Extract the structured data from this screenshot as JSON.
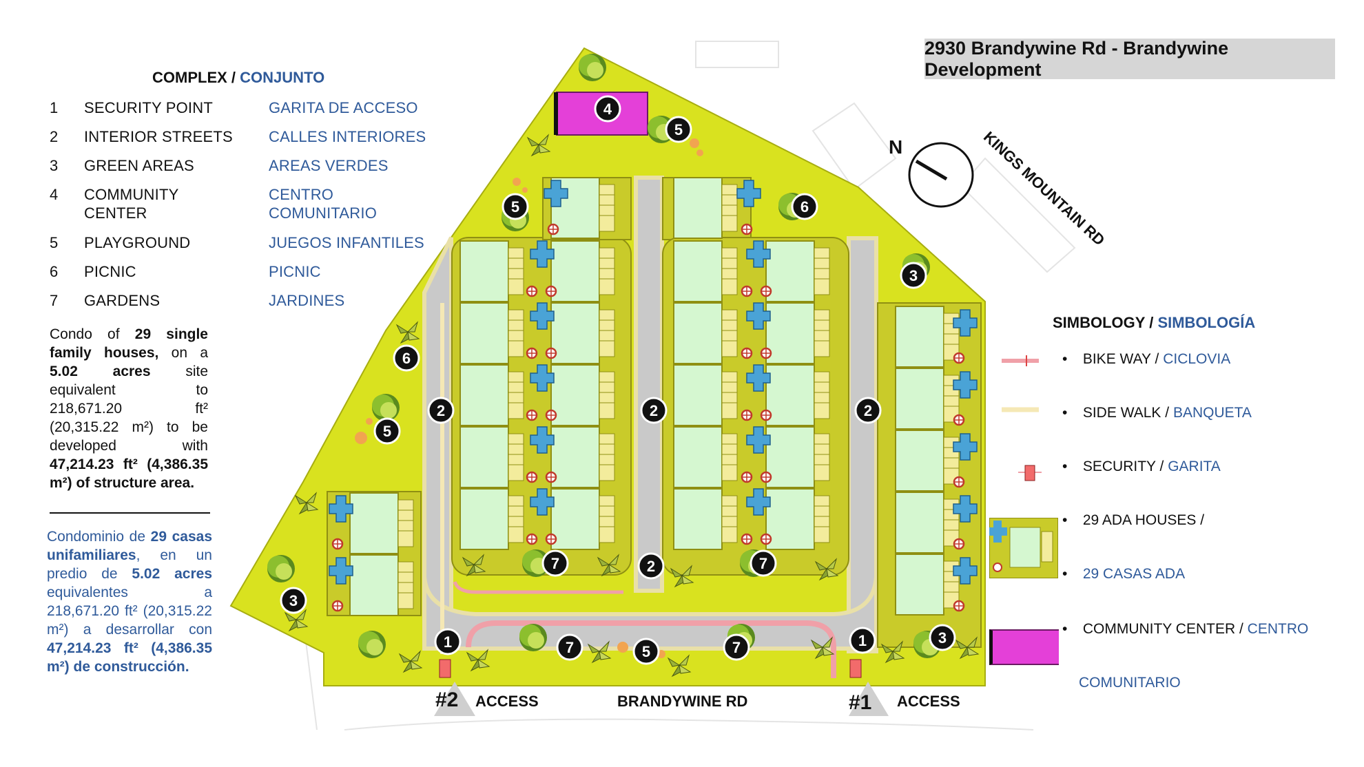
{
  "title": "2930 Brandywine Rd - Brandywine Development",
  "complex": {
    "title_en": "COMPLEX",
    "title_sep": "/",
    "title_es": "CONJUNTO",
    "items": [
      {
        "num": "1",
        "en": "SECURITY POINT",
        "es": "GARITA DE ACCESO"
      },
      {
        "num": "2",
        "en": "INTERIOR STREETS",
        "es": "CALLES INTERIORES"
      },
      {
        "num": "3",
        "en": "GREEN AREAS",
        "es": "AREAS VERDES"
      },
      {
        "num": "4",
        "en_line1": "COMMUNITY",
        "en_line2": "CENTER",
        "es_line1": "CENTRO",
        "es_line2": "COMUNITARIO"
      },
      {
        "num": "5",
        "en": "PLAYGROUND",
        "es": "JUEGOS INFANTILES"
      },
      {
        "num": "6",
        "en": "PICNIC",
        "es": "PICNIC"
      },
      {
        "num": "7",
        "en": "GARDENS",
        "es": "JARDINES"
      }
    ]
  },
  "description_en": {
    "t1": "Condo of ",
    "b1": "29 single family houses,",
    "t2": " on a ",
    "b2": "5.02 acres",
    "t3": " site equivalent to 218,671.20 ft² (20,315.22 m²) to be developed with ",
    "b3": "47,214.23 ft² (4,386.35 m²) of structure area."
  },
  "description_es": {
    "t1": "Condominio de ",
    "b1": "29 casas unifamiliares",
    "t2": ", en un predio de ",
    "b2": "5.02 acres",
    "t3": " equivalentes a 218,671.20 ft² (20,315.22 m²) a desarrollar con ",
    "b3": "47,214.23 ft² (4,386.35 m²) de construcción."
  },
  "simbology": {
    "title_en": "SIMBOLOGY",
    "title_sep": "/",
    "title_es": "SIMBOLOGÍA",
    "items": [
      {
        "en": "BIKE WAY",
        "sep": "/",
        "es": "CICLOVIA"
      },
      {
        "en": "SIDE WALK",
        "sep": "/",
        "es": "BANQUETA"
      },
      {
        "en": "SECURITY",
        "sep": "/",
        "es": "GARITA"
      },
      {
        "en": "29 ADA HOUSES /",
        "es_line": "29 CASAS ADA"
      },
      {
        "en": "COMMUNITY CENTER",
        "sep": "/",
        "es": "CENTRO",
        "es_line": "COMUNITARIO"
      }
    ],
    "bullet": "•"
  },
  "map": {
    "north": "N",
    "road_kings": "KINGS MOUNTAIN RD",
    "road_brandywine": "BRANDYWINE RD",
    "access": "ACCESS",
    "access_1": "#1",
    "access_2": "#2",
    "markers": [
      "1",
      "2",
      "3",
      "4",
      "5",
      "6",
      "7"
    ]
  },
  "colors": {
    "site_yellow": "#d9e21f",
    "road_gray": "#c9c9c9",
    "house_green": "#d5f7d0",
    "olive": "#8f8f12",
    "pool_blue": "#4aa3d6",
    "community_magenta": "#e440d8",
    "bike_pink": "#f0a0a8",
    "sidewalk": "#f5e8b5",
    "title_bg": "#d6d6d6",
    "text_blue": "#2f5a9a"
  }
}
